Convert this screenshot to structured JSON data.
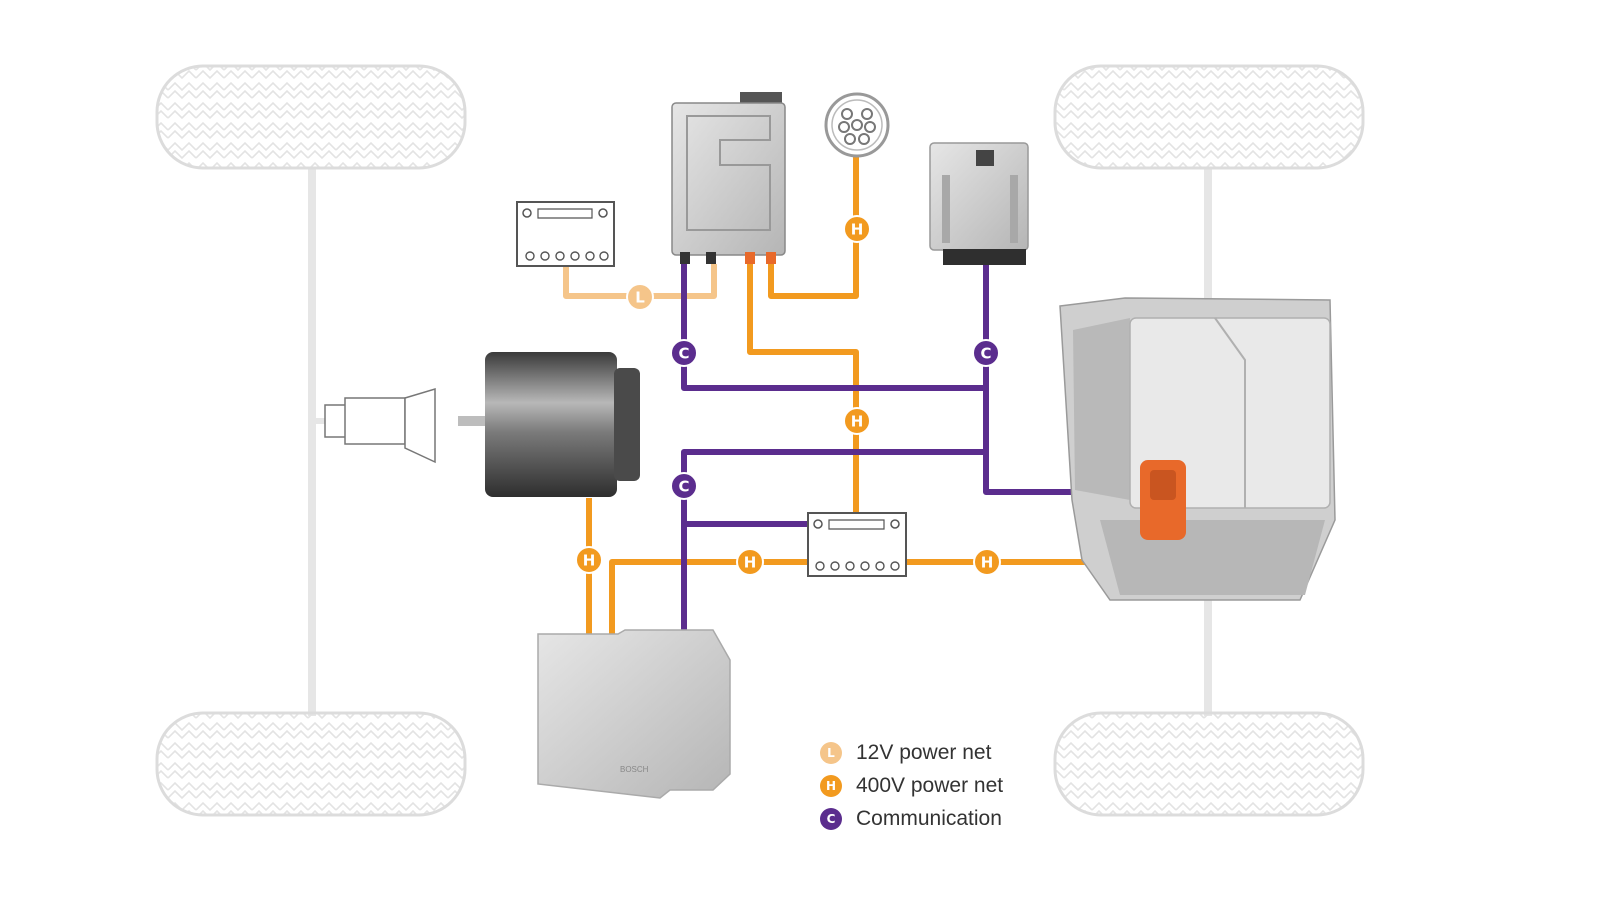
{
  "colors": {
    "low_voltage": "#f5c58a",
    "high_voltage": "#f29a1f",
    "communication": "#5b2d8e",
    "wheel_outline": "#dcdcdc",
    "axle": "#e6e6e6",
    "component_grey": "#c9c9c9",
    "connector_orange": "#e8692a"
  },
  "legend": [
    {
      "letter": "L",
      "label": "12V power net",
      "color": "#f5c58a"
    },
    {
      "letter": "H",
      "label": "400V power net",
      "color": "#f29a1f"
    },
    {
      "letter": "C",
      "label": "Communication",
      "color": "#5b2d8e"
    }
  ],
  "node_badges": {
    "low": "L",
    "high": "H",
    "comm": "C"
  },
  "components": {
    "small_battery_top": "12V battery",
    "dc_dc_converter": "DC/DC converter",
    "charge_plug": "charging socket",
    "vehicle_control_unit": "vehicle control unit",
    "electric_motor": "electric motor",
    "power_electronics_drive": "drive unit",
    "battery_junction": "battery junction box",
    "hv_battery": "high-voltage battery",
    "gearbox": "gear shaft"
  }
}
